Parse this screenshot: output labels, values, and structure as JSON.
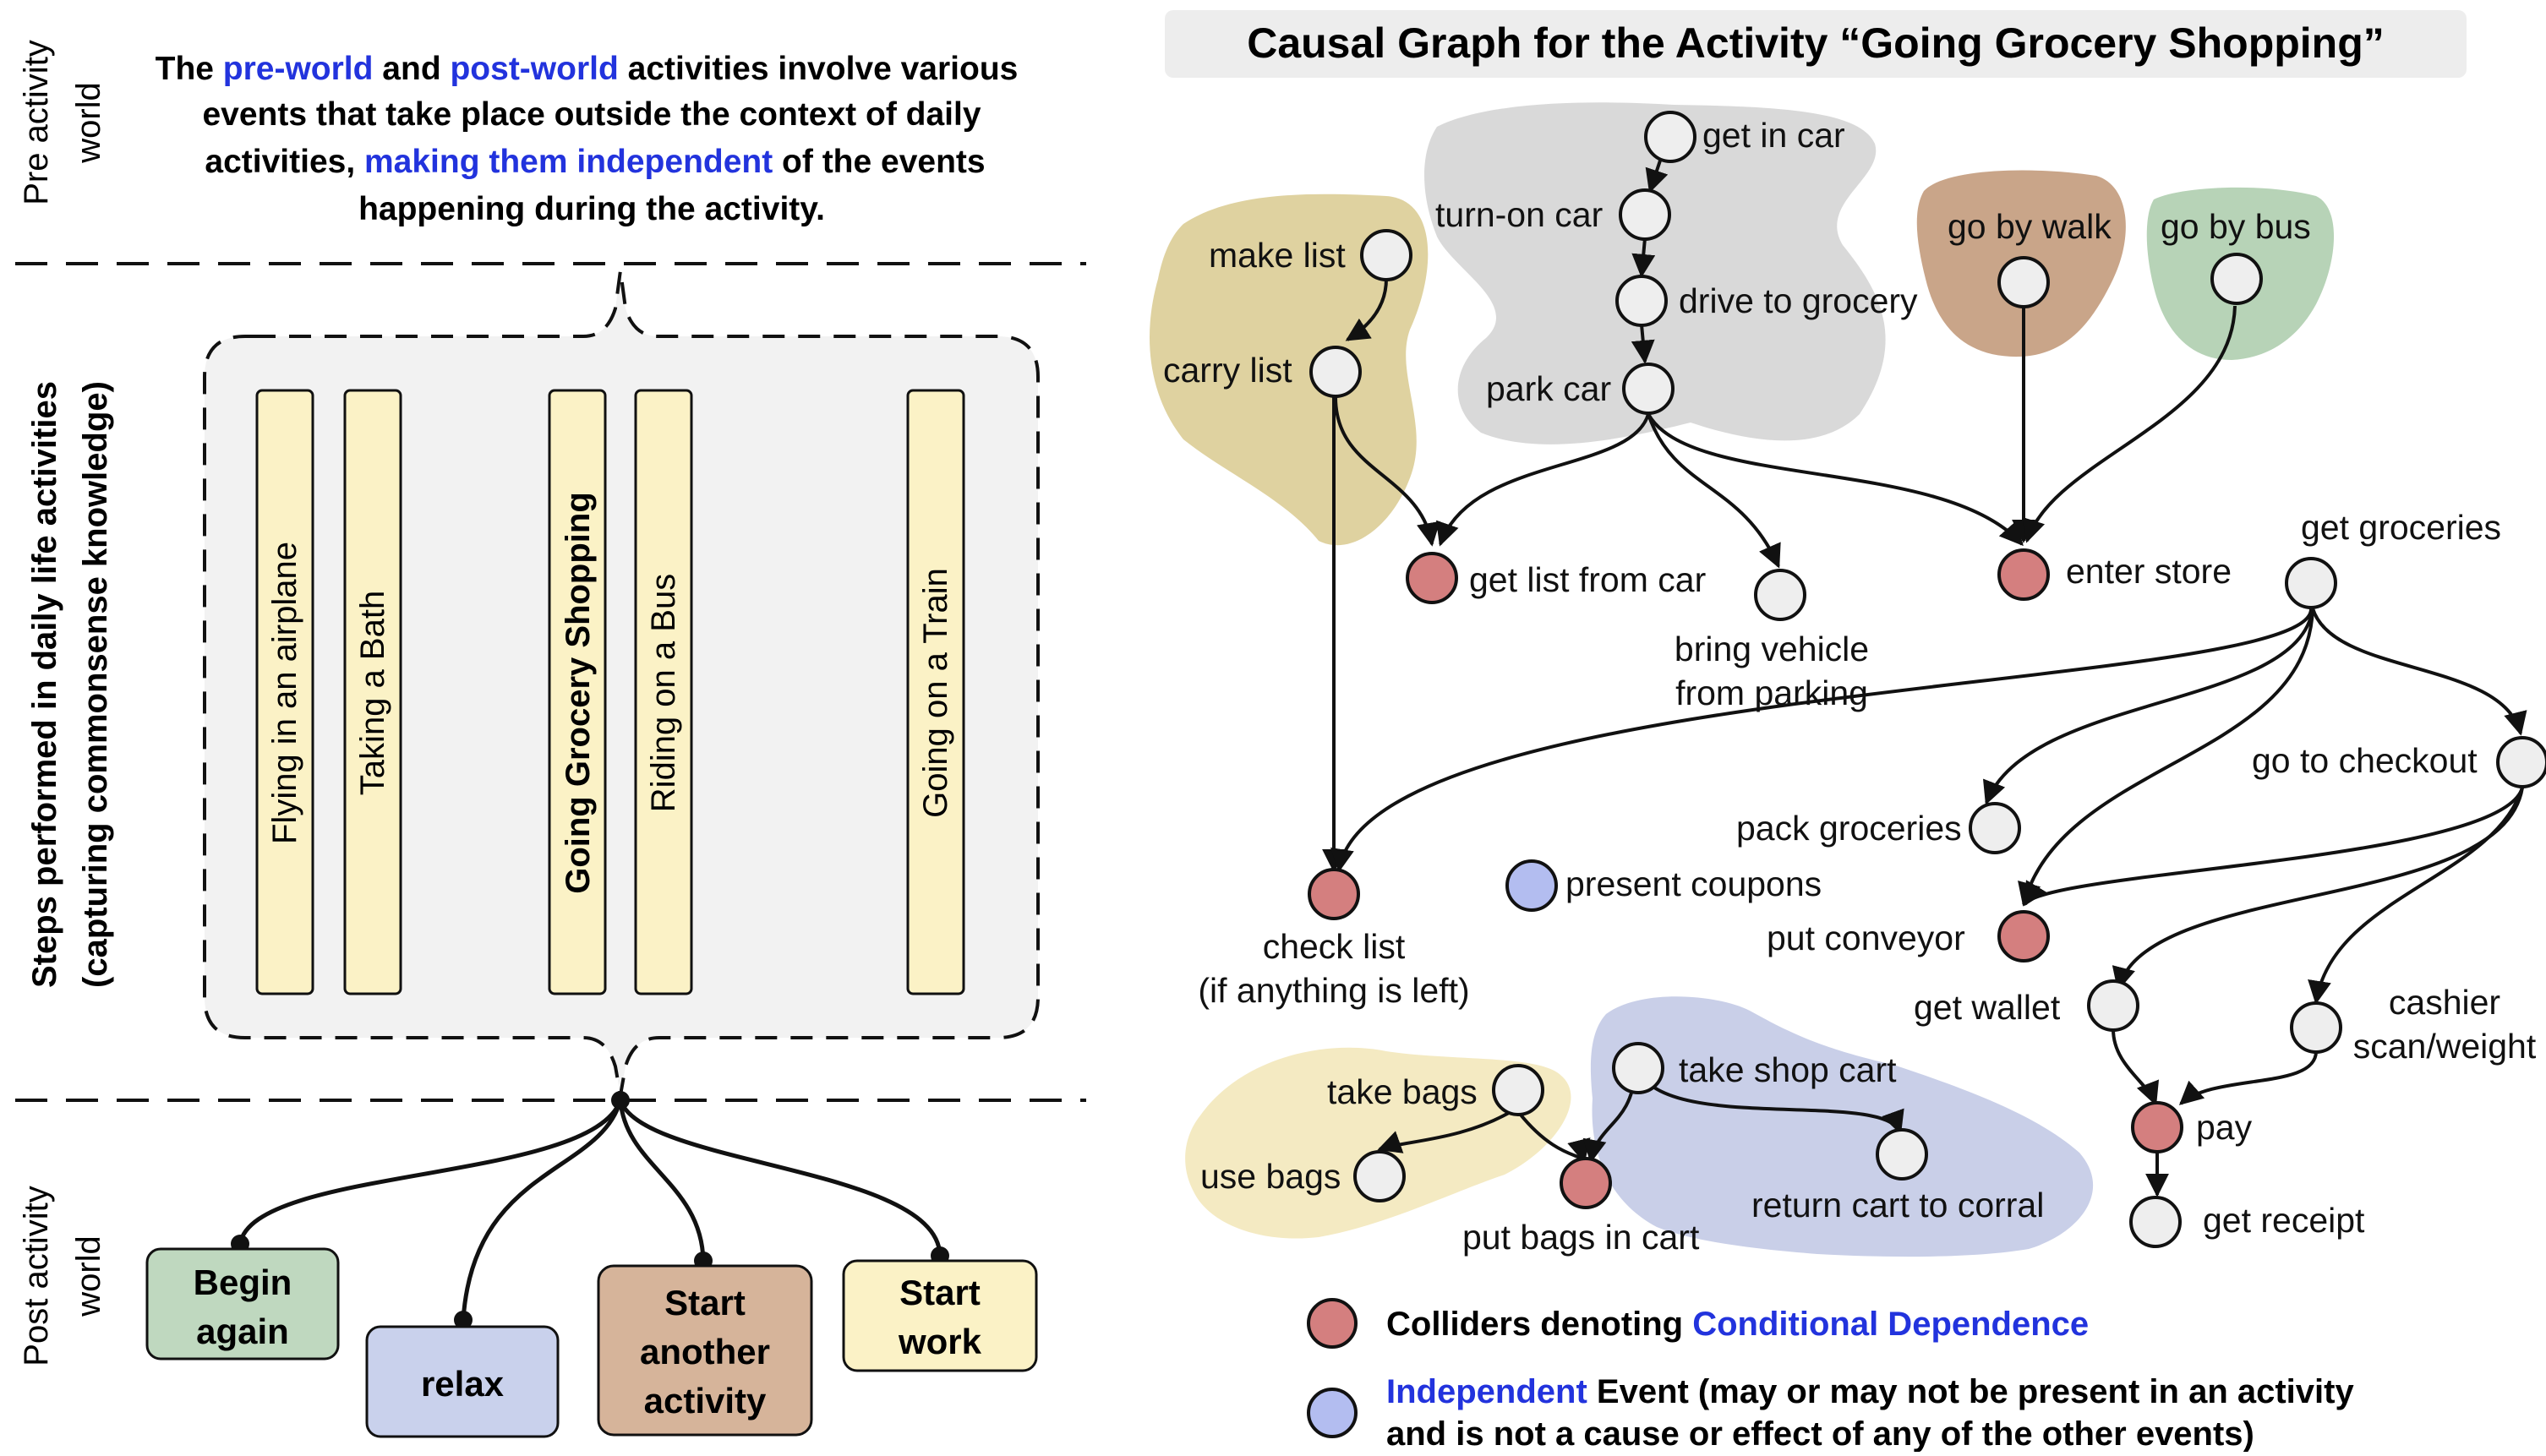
{
  "left": {
    "sections": {
      "pre": [
        "Pre activity",
        "world"
      ],
      "steps": [
        "Steps performed in daily life activities",
        "(capturing commonsense knowledge)"
      ],
      "post": [
        "Post activity",
        "world"
      ]
    },
    "intro": {
      "line1": [
        "The ",
        "pre-world",
        " and ",
        "post-world",
        " activities involve various"
      ],
      "line2": "events that take place outside the context of daily",
      "line3": [
        "activities, ",
        "making them independent",
        " of the events"
      ],
      "line4": "happening during the activity."
    },
    "activities": [
      "Flying in an airplane",
      "Taking a Bath",
      "Going Grocery Shopping",
      "Riding on a Bus",
      "Going on a Train"
    ],
    "outcomes": {
      "begin_again": [
        "Begin",
        "again"
      ],
      "relax": [
        "relax"
      ],
      "start_another": [
        "Start",
        "another",
        "activity"
      ],
      "start_work": [
        "Start",
        "work"
      ]
    }
  },
  "graph": {
    "title": "Causal Graph for the Activity “Going Grocery Shopping”",
    "nodes": {
      "get_in_car": "get in car",
      "turn_on_car": "turn-on car",
      "drive_to_grocery": "drive to grocery",
      "park_car": "park car",
      "make_list": "make list",
      "carry_list": "carry list",
      "go_by_walk": "go by walk",
      "go_by_bus": "go by bus",
      "get_list_from_car": "get list from car",
      "bring_vehicle": [
        "bring vehicle",
        "from parking"
      ],
      "enter_store": "enter store",
      "get_groceries": "get groceries",
      "go_to_checkout": "go to checkout",
      "pack_groceries": "pack groceries",
      "present_coupons": "present coupons",
      "check_list": [
        "check list",
        "(if anything is left)"
      ],
      "put_conveyor": "put conveyor",
      "get_wallet": "get wallet",
      "cashier": [
        "cashier",
        "scan/weight"
      ],
      "take_bags": "take bags",
      "take_shop_cart": "take shop cart",
      "use_bags": "use bags",
      "put_bags_in_cart": "put bags in cart",
      "return_cart": "return cart to corral",
      "pay": "pay",
      "get_receipt": "get receipt"
    },
    "legend": {
      "collider": [
        "Colliders denoting ",
        "Conditional Dependence"
      ],
      "independent_line1": [
        "Independent",
        " Event (may or may not be present in an activity"
      ],
      "independent_line2": "and is not a cause or effect of any of the other events)"
    }
  },
  "colors": {
    "accent_blue": "#2233dd",
    "collider": "#d47f7f",
    "independent": "#b3bdf0",
    "event": "#eeeeee",
    "blob_gray": "#d9d9d9",
    "blob_yellow": "#dfd2a0",
    "blob_brown": "#c9a589",
    "blob_green": "#b7d3b7",
    "blob_lightyellow": "#f4eac2",
    "blob_lavender": "#c9cfe8",
    "activity_fill": "#fbf2c6",
    "begin_fill": "#bfd8bf",
    "relax_fill": "#c9d1ec",
    "another_fill": "#d6b49a",
    "work_fill": "#fbf2c6"
  }
}
